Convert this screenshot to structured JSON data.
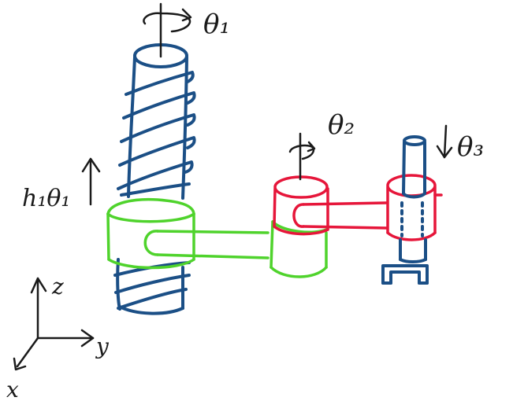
{
  "labels": {
    "theta1": "θ₁",
    "theta2": "θ₂",
    "theta3": "θ₃",
    "h_theta1": "h₁θ₁",
    "axis_z": "z",
    "axis_y": "y",
    "axis_x": "x"
  },
  "colors": {
    "joint1_screw": "#1b4f86",
    "link1": "#4fd32c",
    "link2": "#e6163a",
    "joint3_shaft": "#1b4f86",
    "annotation": "#1a1a1a"
  }
}
